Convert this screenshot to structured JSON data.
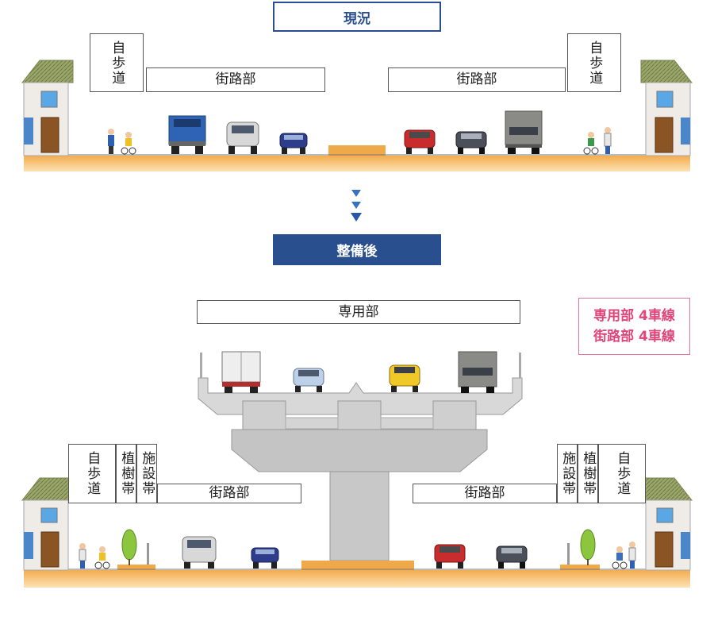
{
  "before": {
    "title": "現況",
    "sidewalk_label": "自歩道",
    "road_label": "街路部"
  },
  "arrow": {
    "glyph": "▼"
  },
  "after": {
    "title": "整備後",
    "elevated_label": "専用部",
    "note_line1": "専用部 4車線",
    "note_line2": "街路部 4車線",
    "sidewalk_label": "自歩道",
    "planting_label": "植樹帯",
    "facility_label": "施設帯",
    "road_label": "街路部"
  },
  "colors": {
    "brand_blue": "#2a4f8f",
    "note_pink": "#e0457a",
    "ground_orange": "#f5b55b",
    "concrete": "#c8c8c8"
  }
}
